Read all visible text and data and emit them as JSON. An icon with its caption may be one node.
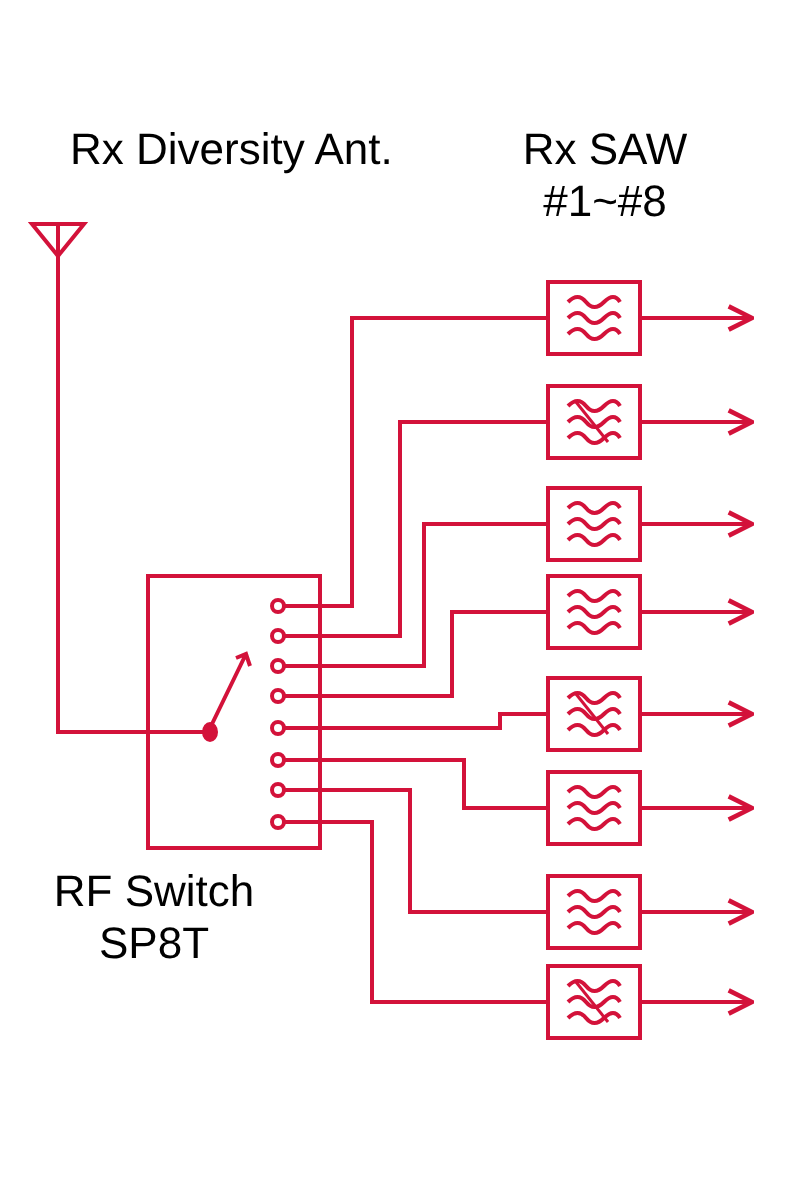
{
  "diagram": {
    "nodes": [
      {
        "text": [],
        "shape": "antenna"
      },
      {
        "text": [
          "RF Switch SP8T"
        ]
      },
      {
        "text": [],
        "shape": "box"
      },
      {
        "text": [],
        "shape": "box"
      },
      {
        "text": [],
        "shape": "box"
      },
      {
        "text": [],
        "shape": "box"
      },
      {
        "text": [],
        "shape": "box"
      },
      {
        "text": [],
        "shape": "box"
      },
      {
        "text": [],
        "shape": "box"
      },
      {
        "text": [],
        "shape": "box"
      }
    ],
    "edges": [
      {
        "from": 0,
        "to": 1,
        "arrow": "none"
      },
      {
        "from": 1,
        "to": 2,
        "arrow": "none"
      },
      {
        "from": 1,
        "to": 3,
        "arrow": "none"
      },
      {
        "from": 1,
        "to": 4,
        "arrow": "none"
      },
      {
        "from": 1,
        "to": 5,
        "arrow": "none"
      },
      {
        "from": 1,
        "to": 6,
        "arrow": "none"
      },
      {
        "from": 1,
        "to": 7,
        "arrow": "none"
      },
      {
        "from": 1,
        "to": 8,
        "arrow": "none"
      },
      {
        "from": 1,
        "to": 9,
        "arrow": "none"
      },
      {
        "from": 2,
        "to": null,
        "arrow": "to"
      },
      {
        "from": 3,
        "to": null,
        "arrow": "to"
      },
      {
        "from": 4,
        "to": null,
        "arrow": "to"
      },
      {
        "from": 5,
        "to": null,
        "arrow": "to"
      },
      {
        "from": 6,
        "to": null,
        "arrow": "to"
      },
      {
        "from": 7,
        "to": null,
        "arrow": "to"
      },
      {
        "from": 8,
        "to": null,
        "arrow": "to"
      },
      {
        "from": 9,
        "to": null,
        "arrow": "to"
      }
    ],
    "labels": [
      "Rx Diversity Ant.",
      "Rx SAW #1~#8"
    ]
  }
}
